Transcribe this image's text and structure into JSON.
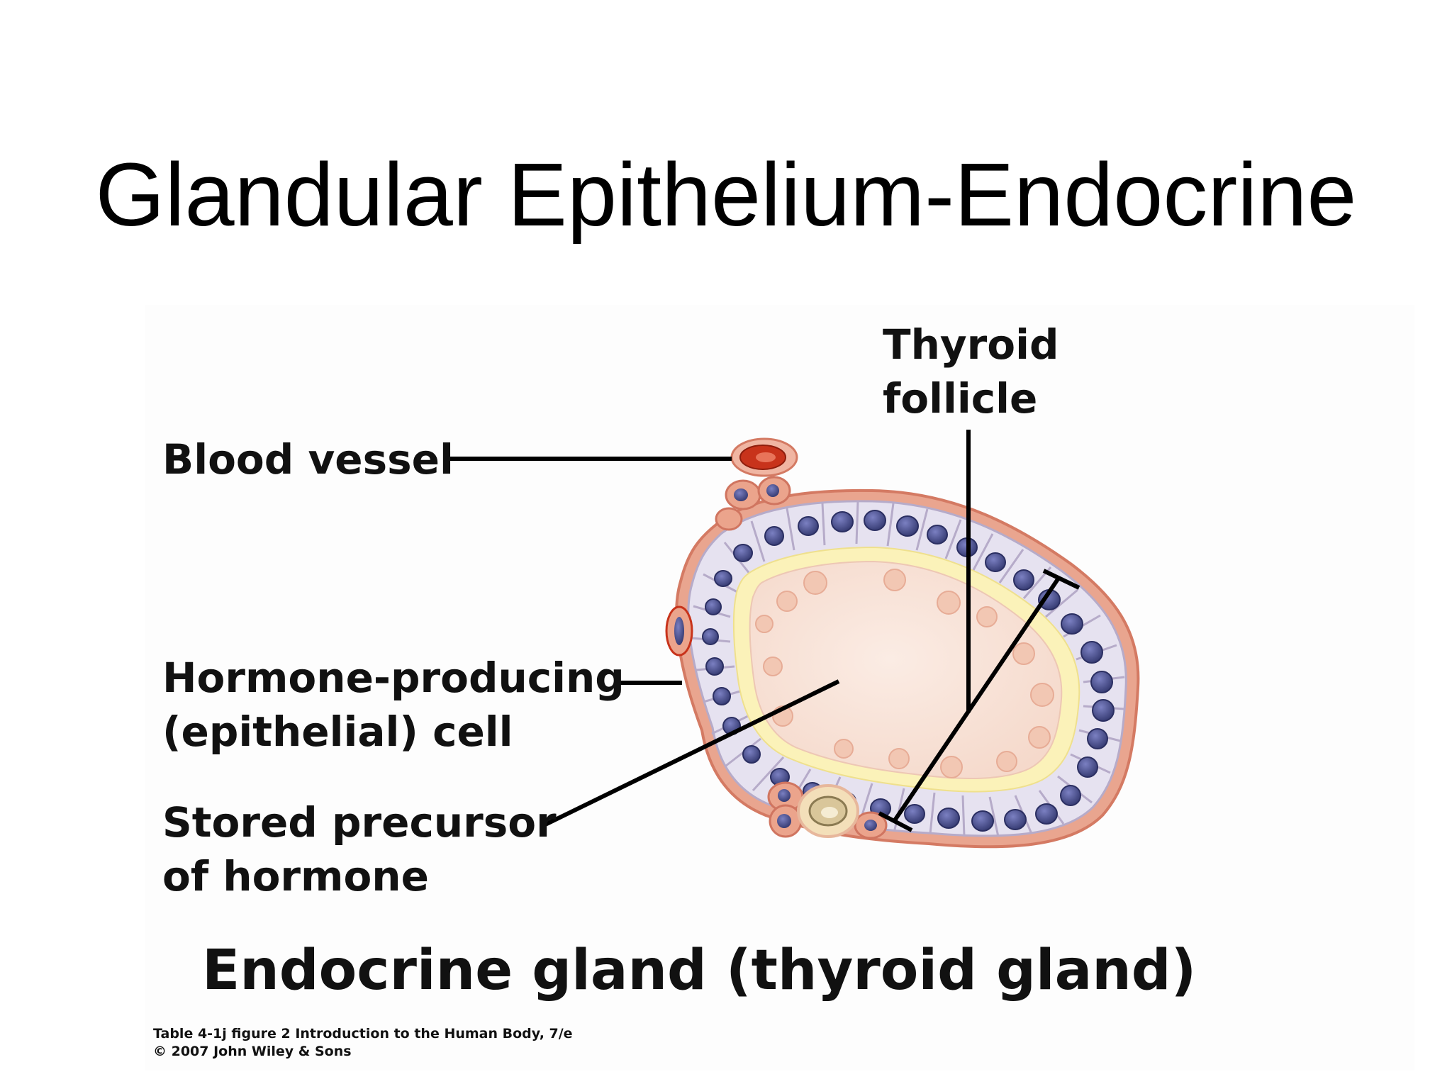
{
  "slide": {
    "title": "Glandular Epithelium-Endocrine"
  },
  "figure": {
    "labels": {
      "blood_vessel": "Blood vessel",
      "thyroid_follicle": [
        "Thyroid",
        "follicle"
      ],
      "hormone_producing_cell": [
        "Hormone-producing",
        "(epithelial) cell"
      ],
      "stored_precursor": [
        "Stored precursor",
        "of hormone"
      ]
    },
    "caption": "Endocrine gland (thyroid gland)",
    "credit": [
      "Table 4-1j figure 2  Introduction to the Human Body, 7/e",
      "© 2007 John Wiley & Sons"
    ]
  },
  "colors": {
    "cell_fill": "#e4e1ef",
    "cell_outline": "#b5a9c9",
    "nucleus": "#4a4f94",
    "colloid": "#f8e4da",
    "colloid_ring": "#fbf3b8",
    "capsule": "#e08a74",
    "vessel": "#c8331b"
  }
}
